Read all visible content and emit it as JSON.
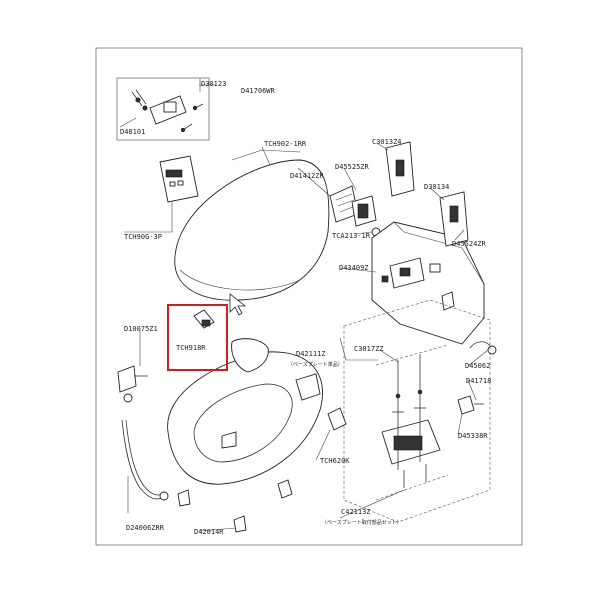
{
  "labels": {
    "d30123": "D30123",
    "d41706wr": "D41706WR",
    "d48101": "D48101",
    "tch902_1rr": "TCH902-1RR",
    "tch90g_3p": "TCH90G-3P",
    "c3013z4": "C3013Z4",
    "d45525zr": "D45525ZR",
    "d41412zr": "D41412ZR",
    "d30134": "D30134",
    "tca213_1r": "TCA213-1R",
    "d45524zr": "D45524ZR",
    "d43409z": "D43409Z",
    "tch918r": "TCH918R",
    "d10075z1": "D10075Z1",
    "d42111z": "D42111Z",
    "d42111z_note": "（ベースプレート単品）",
    "c3017zz": "C3017ZZ",
    "d45062": "D45062",
    "d41718": "D41718",
    "tch620k": "TCH620K",
    "d45338r": "D45338R",
    "c42113z": "C42113Z",
    "c42113z_note": "（ベースプレート取付部品セット）",
    "d24006zrr": "D24006ZRR",
    "d42014r": "D42014R"
  },
  "colors": {
    "highlight": "#cc1f1f",
    "line": "#333333"
  }
}
